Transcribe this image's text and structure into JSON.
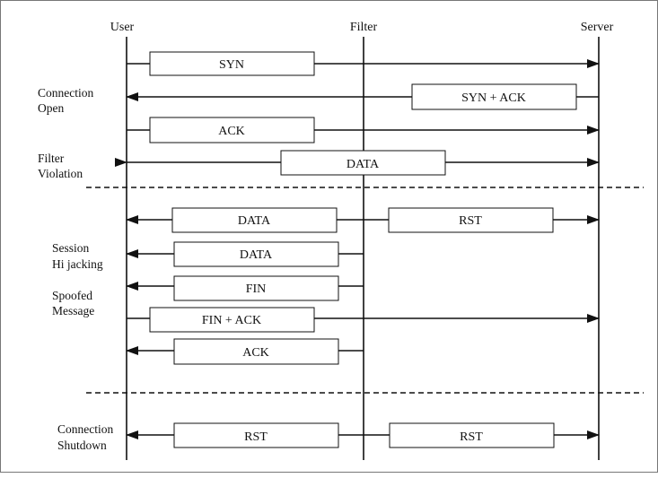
{
  "lanes": {
    "user": "User",
    "filter": "Filter",
    "server": "Server"
  },
  "phases": {
    "connection_open": [
      "Connection",
      "Open"
    ],
    "filter_violation": [
      "Filter",
      "Violation"
    ],
    "session_hijacking": [
      "Session",
      "Hi jacking"
    ],
    "spoofed_message": [
      "Spoofed",
      "Message"
    ],
    "connection_shutdown": [
      "Connection",
      "Shutdown"
    ]
  },
  "messages": {
    "syn": "SYN",
    "syn_ack": "SYN + ACK",
    "ack_1": "ACK",
    "data_violation": "DATA",
    "data_hijack_1": "DATA",
    "rst_hijack": "RST",
    "data_hijack_2": "DATA",
    "fin": "FIN",
    "fin_ack": "FIN + ACK",
    "ack_2": "ACK",
    "rst_shutdown_left": "RST",
    "rst_shutdown_right": "RST"
  }
}
